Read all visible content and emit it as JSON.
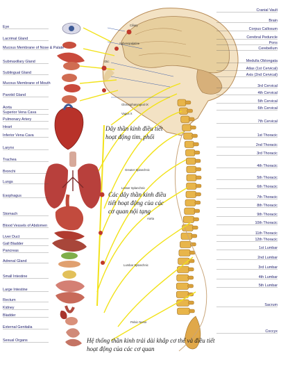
{
  "left_labels": [
    "Eye",
    "Lacrimal Gland",
    "Mucous Membrane of Nose & Palate",
    "Submaxillary Gland",
    "Sublingual Gland",
    "Mucous Membrane of Mouth",
    "Parotid Gland",
    "Aorta",
    "Superior Vena Cava",
    "Pulmonary Artery",
    "Heart",
    "Inferior Vena Cava",
    "Larynx",
    "Trachea",
    "Bronchi",
    "Lungs",
    "Esophagus",
    "Stomach",
    "Blood Vessels of Abdomen",
    "Liver Duct",
    "Gall Bladder",
    "Pancreas",
    "Adrenal Gland",
    "Small Intestine",
    "Large Intestine",
    "Rectum",
    "Kidney",
    "Bladder",
    "External Genitalia",
    "Sexual Organs"
  ],
  "right_labels": [
    "Cranial Vault",
    "Brain",
    "Corpus Callosum",
    "Cerebral Peduncle",
    "Pons",
    "Cerebellum",
    "Medulla Oblongata",
    "Atlas (1st Cervical)",
    "Axis (2nd Cervical)",
    "3rd Cervical",
    "4th Cervical",
    "5th Cervical",
    "6th Cervical",
    "7th Cervical",
    "1st Thoracic",
    "2nd Thoracic",
    "3rd Thoracic",
    "4th Thoracic",
    "5th Thoracic",
    "6th Thoracic",
    "7th Thoracic",
    "8th Thoracic",
    "9th Thoracic",
    "10th Thoracic",
    "11th Thoracic",
    "12th Thoracic",
    "1st Lumbar",
    "2nd Lumbar",
    "3rd Lumbar",
    "4th Lumbar",
    "5th Lumbar",
    "Sacrum",
    "Coccyx"
  ],
  "center_labels": [
    "Ciliary",
    "Sphenopalatine",
    "Otic",
    "Glossopharyngeal IX",
    "Vagus X",
    "Greater Splanchnic",
    "Lesser Splanchnic",
    "Lumbar Splanchnic",
    "Pelvic Nerve",
    "Aorta"
  ],
  "annotations": {
    "heart_lungs": [
      "Dây thần kinh điều tiết",
      "hoạt động tim, phổi"
    ],
    "organs": [
      "Các dây thần kinh điều",
      "tiết hoạt động của các",
      "cơ quan nội tạng"
    ],
    "bottom": [
      "Hệ thống thần kinh trải dài khắp cơ thể và điều tiết",
      "hoạt động của các cơ quan"
    ]
  },
  "colors": {
    "nerve": "#f2e21a",
    "organ": "#b8322a",
    "bone": "#e8b54a",
    "brain": "#e7cf9e",
    "text": "#1c1c6a"
  }
}
